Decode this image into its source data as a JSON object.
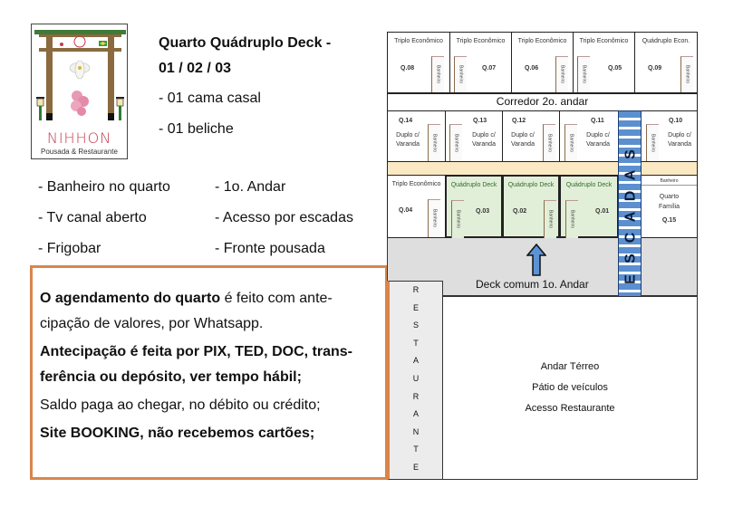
{
  "logo": {
    "name": "NIHHON",
    "subtitle": "Pousada & Restaurante"
  },
  "room_title": {
    "line1": "Quarto Quádruplo Deck -",
    "line2": "01 / 02 / 03"
  },
  "beds": [
    "- 01 cama casal",
    "- 01 beliche"
  ],
  "features": {
    "left": [
      "- Banheiro no quarto",
      "- Tv canal aberto",
      "- Frigobar"
    ],
    "right": [
      "- 1o. Andar",
      "- Acesso por escadas",
      "- Fronte pousada"
    ]
  },
  "info": {
    "p1_bold": "O agendamento do quarto",
    "p1_rest": " é feito com ante-cipação de valores, por Whatsapp.",
    "p2": "Antecipação é feita por PIX, TED, DOC, trans-ferência ou depósito, ver tempo hábil;",
    "p3": "Saldo paga ao chegar, no débito ou crédito;",
    "p4": "Site BOOKING, não recebemos cartões;"
  },
  "floor_plan": {
    "top_row": [
      {
        "type": "Triplo Econômico",
        "num": "Q.08",
        "bath": "Banheiro"
      },
      {
        "type": "Triplo Econômico",
        "num": "Q.07",
        "bath": "Banheiro"
      },
      {
        "type": "Triplo Econômico",
        "num": "Q.06",
        "bath": "Banheiro"
      },
      {
        "type": "Triplo Econômico",
        "num": "Q.05",
        "bath": "Banheiro"
      },
      {
        "type": "Quádruplo Econ.",
        "num": "Q.09",
        "bath": "Banheiro"
      }
    ],
    "corridor": "Corredor 2o. andar",
    "middle_row": [
      {
        "type": "Duplo c/ Varanda",
        "num": "Q.14",
        "bath": "Banheiro"
      },
      {
        "type": "Duplo c/ Varanda",
        "num": "Q.13",
        "bath": "Banheiro"
      },
      {
        "type": "Duplo c/ Varanda",
        "num": "Q.12",
        "bath": "Banheiro"
      },
      {
        "type": "Duplo c/ Varanda",
        "num": "Q.11",
        "bath": "Banheiro"
      },
      {
        "type": "Duplo c/ Varanda",
        "num": "Q.10",
        "bath": "Banheiro"
      }
    ],
    "lower_row": [
      {
        "type": "Triplo Econômico",
        "num": "Q.04",
        "bath": "Banheiro"
      },
      {
        "type": "Quádruplo Deck",
        "num": "Q.03",
        "bath": "Banheiro"
      },
      {
        "type": "Quádruplo Deck",
        "num": "Q.02",
        "bath": "Banheiro"
      },
      {
        "type": "Quádruplo Deck",
        "num": "Q.01",
        "bath": "Banheiro"
      }
    ],
    "family_room": {
      "bath": "Banheiro",
      "type1": "Quarto",
      "type2": "Família",
      "num": "Q.15"
    },
    "stairs": [
      "E",
      "S",
      "C",
      "A",
      "D",
      "A",
      "S"
    ],
    "deck": "Deck comum 1o. Andar",
    "restaurant": [
      "R",
      "E",
      "S",
      "T",
      "A",
      "U",
      "R",
      "A",
      "N",
      "T",
      "E"
    ],
    "ground": [
      "Andar Térreo",
      "Pátio de veículos",
      "Acesso Restaurante"
    ]
  },
  "colors": {
    "info_border": "#d9864a",
    "deck_rooms": "#e2efd8",
    "balcony": "#fbe9c4",
    "stairs": "#5b8fd0",
    "deck": "#dedede",
    "logo_text": "#c23b4c"
  }
}
